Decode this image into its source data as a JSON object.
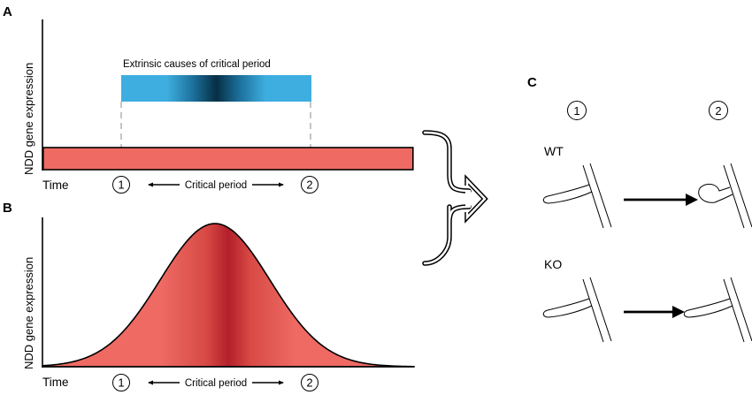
{
  "panels": {
    "a": {
      "letter": "A",
      "y_label": "NDD gene expression",
      "extrinsic_label": "Extrinsic causes of critical period",
      "x_label": "Time",
      "step_start": "1",
      "step_end": "2",
      "period_label": "Critical period"
    },
    "b": {
      "letter": "B",
      "y_label": "NDD gene expression",
      "x_label": "Time",
      "step_start": "1",
      "step_end": "2",
      "period_label": "Critical period"
    },
    "c": {
      "letter": "C",
      "step_start": "1",
      "step_end": "2",
      "wt_label": "WT",
      "ko_label": "KO"
    }
  },
  "colors": {
    "expression_fill": "#ee6a63",
    "expression_peak": "#b3202a",
    "extrinsic_light": "#3eaee0",
    "extrinsic_dark": "#062f45"
  }
}
